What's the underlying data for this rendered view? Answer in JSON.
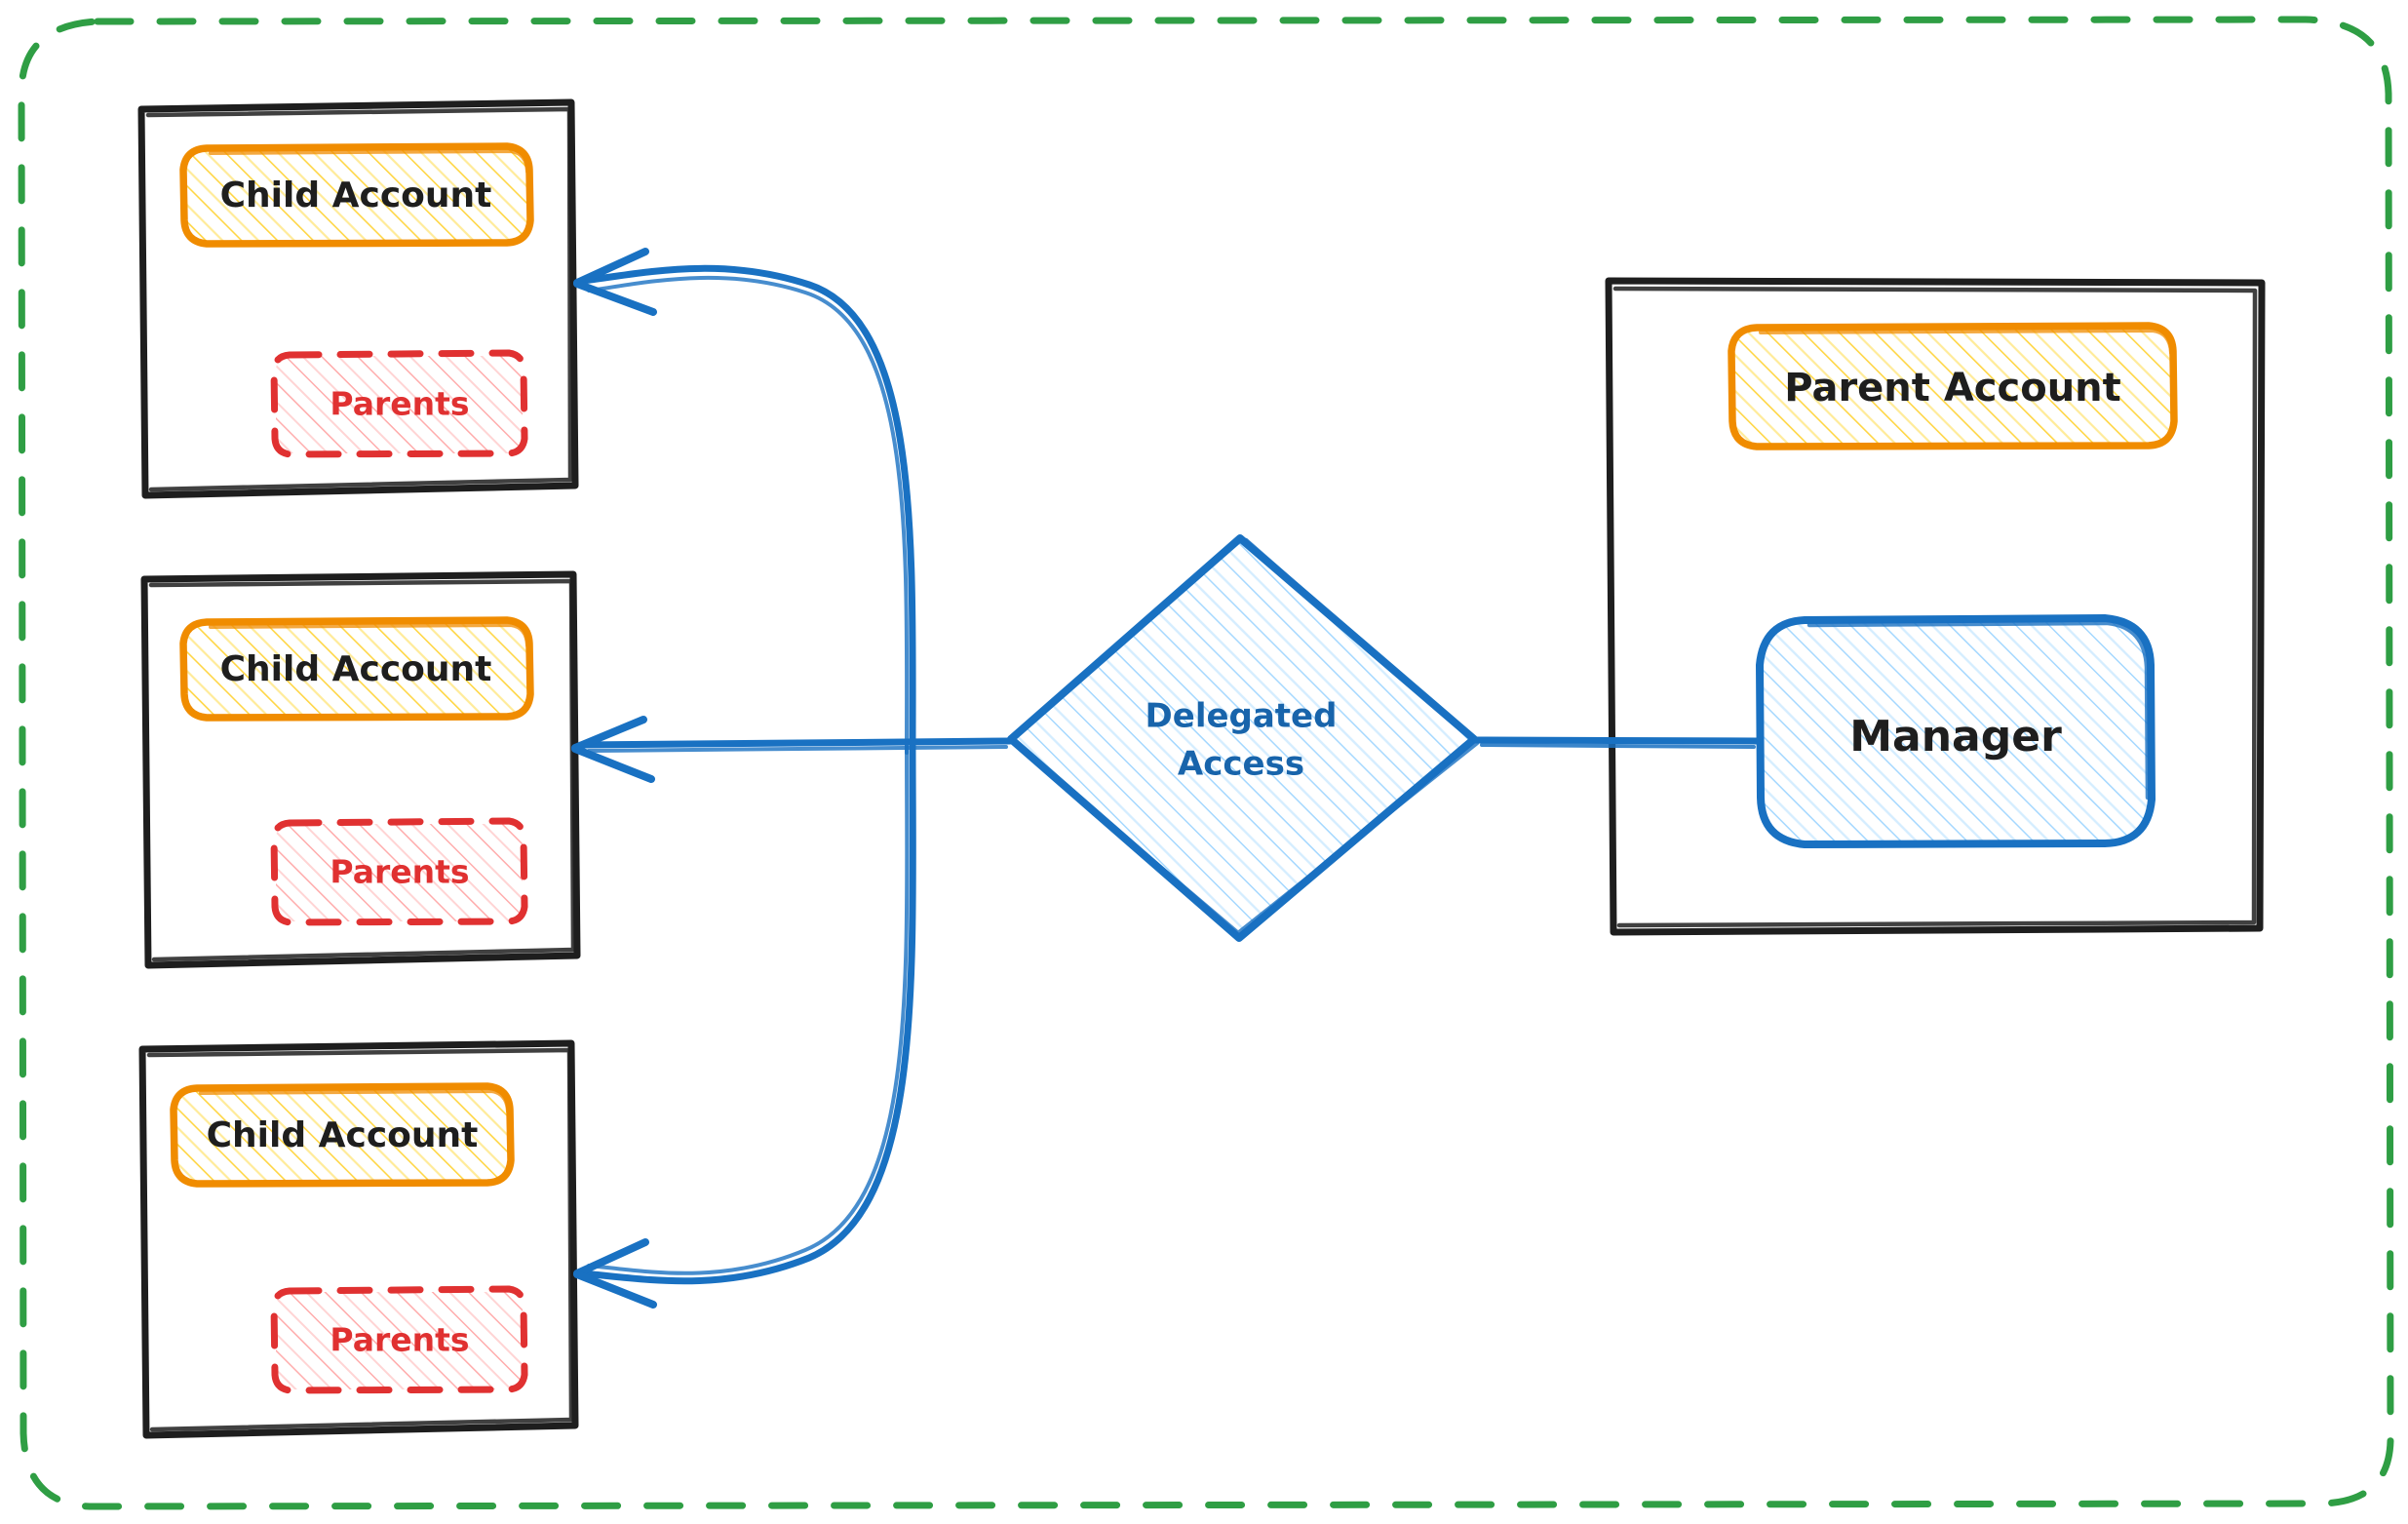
{
  "diagram": {
    "title": "Delegated Access",
    "style": "hand-drawn-sketch",
    "boundary": {
      "name": "outer-boundary",
      "stroke": "#2f9e44",
      "dash": "dashed"
    },
    "colors": {
      "sketch_black": "#1e1e1e",
      "orange_stroke": "#f08c00",
      "yellow_fill": "#ffec99",
      "red_stroke": "#e03131",
      "red_fill": "#ffc9c9",
      "blue_stroke": "#1971c2",
      "blue_fill": "#a5d8ff",
      "green_dashed": "#2f9e44",
      "blue_text": "#1864ab",
      "dark_text": "#1e1e1e"
    },
    "child_accounts": [
      {
        "container_name": "child-account-container-1",
        "account_label": "Child Account",
        "parents_label": "Parents"
      },
      {
        "container_name": "child-account-container-2",
        "account_label": "Child Account",
        "parents_label": "Parents"
      },
      {
        "container_name": "child-account-container-3",
        "account_label": "Child Account",
        "parents_label": "Parents"
      }
    ],
    "delegated_access": {
      "shape": "diamond",
      "line1": "Delegated",
      "line2": "Access"
    },
    "parent_side": {
      "container_name": "parent-account-container",
      "parent_account_label": "Parent Account",
      "manager_label": "Manager"
    },
    "connectors": [
      {
        "name": "manager-to-delegated-access",
        "from": "Manager",
        "to": "Delegated Access",
        "arrowhead": "none"
      },
      {
        "name": "delegated-access-to-child-1",
        "from": "Delegated Access",
        "to": "Child Account 1",
        "arrowhead": "left"
      },
      {
        "name": "delegated-access-to-child-2",
        "from": "Delegated Access",
        "to": "Child Account 2",
        "arrowhead": "left"
      },
      {
        "name": "delegated-access-to-child-3",
        "from": "Delegated Access",
        "to": "Child Account 3",
        "arrowhead": "left"
      }
    ]
  }
}
